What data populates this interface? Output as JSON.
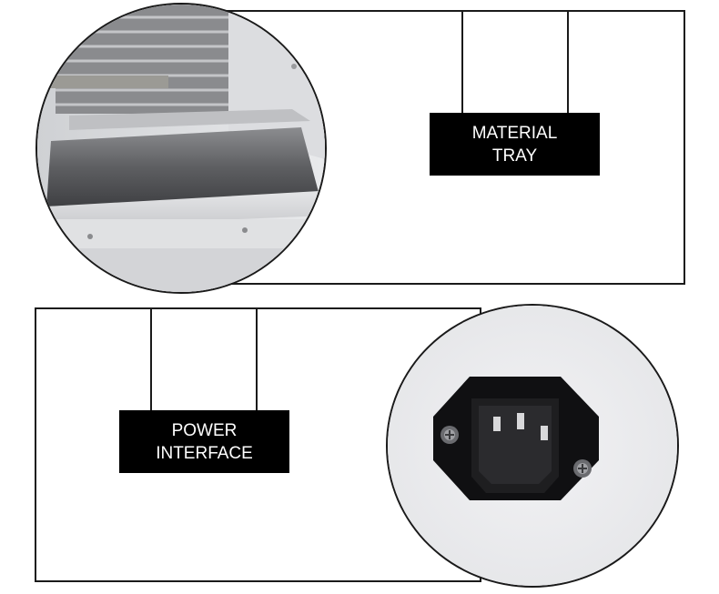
{
  "callouts": {
    "material_tray": {
      "line1": "MATERIAL",
      "line2": "TRAY"
    },
    "power_interface": {
      "line1": "POWER",
      "line2": "INTERFACE"
    }
  },
  "colors": {
    "frame": "#1a1a1a",
    "label_bg": "#000000",
    "label_text": "#ffffff",
    "steel_light": "#d9dadc",
    "steel_dark": "#6e6f72"
  }
}
